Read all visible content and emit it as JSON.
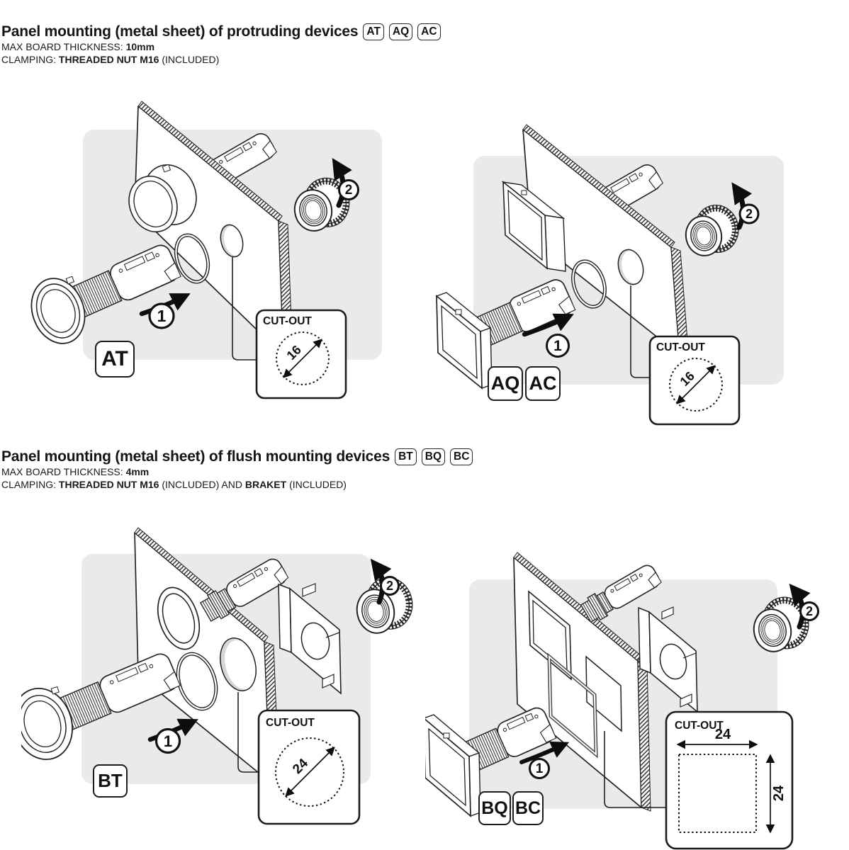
{
  "colors": {
    "diagram_bg": "#eaeaea",
    "line": "#222222",
    "page_bg": "#ffffff"
  },
  "sections": [
    {
      "title": "Panel mounting (metal sheet) of protruding devices",
      "badges": [
        "AT",
        "AQ",
        "AC"
      ],
      "spec1": [
        {
          "t": "MAX BOARD THICKNESS: "
        },
        {
          "t": "10mm"
        }
      ],
      "spec2": [
        {
          "t": "CLAMPING: "
        },
        {
          "t": "THREADED NUT M16"
        },
        {
          "t": " (INCLUDED)"
        }
      ]
    },
    {
      "title": "Panel mounting (metal sheet) of flush mounting devices",
      "badges": [
        "BT",
        "BQ",
        "BC"
      ],
      "spec1": [
        {
          "t": "MAX BOARD THICKNESS: "
        },
        {
          "t": "4mm"
        }
      ],
      "spec2": [
        {
          "t": "CLAMPING: "
        },
        {
          "t": "THREADED NUT M16"
        },
        {
          "t": " (INCLUDED) AND "
        },
        {
          "t": "BRAKET"
        },
        {
          "t": " (INCLUDED)"
        }
      ]
    }
  ],
  "diagrams": [
    {
      "name": "protruding-round",
      "badges": [
        "AT"
      ],
      "step1": "1",
      "step2": "2",
      "cutout": {
        "title": "CUT-OUT",
        "shape": "circle",
        "diameter": "16"
      }
    },
    {
      "name": "protruding-square",
      "badges": [
        "AQ",
        "AC"
      ],
      "step1": "1",
      "step2": "2",
      "cutout": {
        "title": "CUT-OUT",
        "shape": "circle",
        "diameter": "16"
      }
    },
    {
      "name": "flush-round",
      "badges": [
        "BT"
      ],
      "step1": "1",
      "step2": "2",
      "cutout": {
        "title": "CUT-OUT",
        "shape": "circle",
        "diameter": "24"
      }
    },
    {
      "name": "flush-square",
      "badges": [
        "BQ",
        "BC"
      ],
      "step1": "1",
      "step2": "2",
      "cutout": {
        "title": "CUT-OUT",
        "shape": "square",
        "width": "24",
        "height": "24"
      }
    }
  ]
}
